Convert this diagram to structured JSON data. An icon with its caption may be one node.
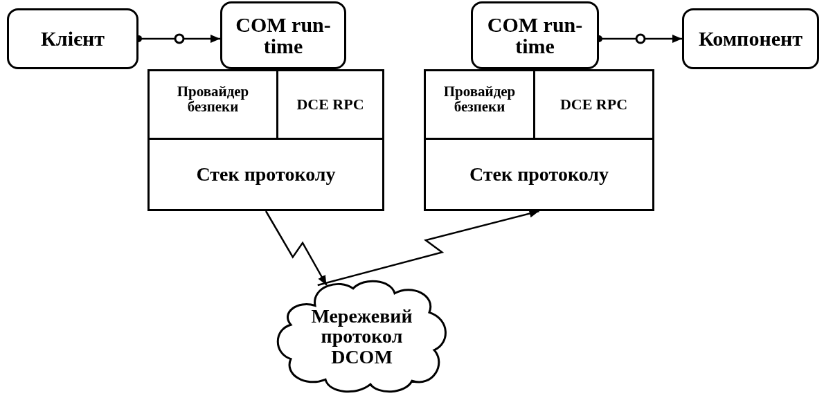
{
  "diagram": {
    "nodes": [
      {
        "text": [
          "Клієнт"
        ]
      },
      {
        "text": [
          "COM run-time"
        ]
      },
      {
        "text": [
          "Провайдер безпеки"
        ]
      },
      {
        "text": [
          "DCE RPC"
        ]
      },
      {
        "text": [
          "Стек протоколу"
        ]
      },
      {
        "text": [
          "COM run-time"
        ]
      },
      {
        "text": [
          "Провайдер безпеки"
        ]
      },
      {
        "text": [
          "DCE RPC"
        ]
      },
      {
        "text": [
          "Стек протоколу"
        ]
      },
      {
        "text": [
          "Компонент"
        ]
      },
      {
        "text": [
          "Мережевий протокол DCOM"
        ]
      }
    ],
    "edges": [
      {
        "from": 0,
        "to": 1,
        "arrow": "to"
      },
      {
        "from": 5,
        "to": 9,
        "arrow": "to"
      },
      {
        "from": 4,
        "to": 10,
        "arrow": "to"
      },
      {
        "from": 10,
        "to": 8,
        "arrow": "to"
      }
    ]
  }
}
